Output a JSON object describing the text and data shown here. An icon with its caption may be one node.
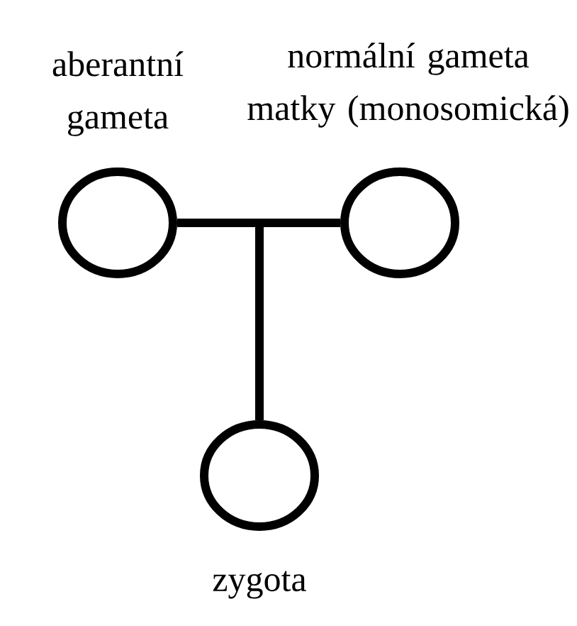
{
  "diagram": {
    "nodes": [
      {
        "text": [
          "aberantní gameta"
        ]
      },
      {
        "text": [
          "normální gameta matky (monosomická)"
        ]
      },
      {
        "text": [
          "zygota"
        ]
      }
    ],
    "edges": [
      {
        "from": 0,
        "to": 2,
        "arrow": "none"
      },
      {
        "from": 1,
        "to": 2,
        "arrow": "none"
      }
    ]
  }
}
